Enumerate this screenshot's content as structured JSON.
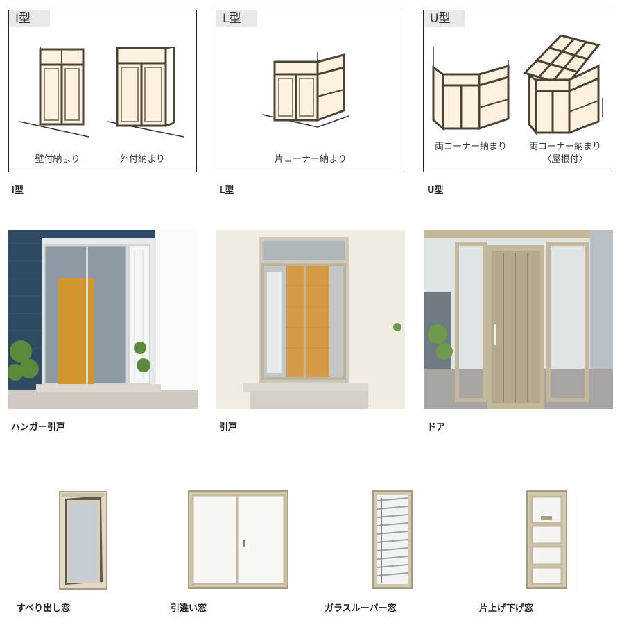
{
  "row1": [
    {
      "tag": "I型",
      "sub1": "壁付納まり",
      "sub2": "外付納まり",
      "caption": "I型"
    },
    {
      "tag": "L型",
      "sub1": "片コーナー納まり",
      "caption": "L型"
    },
    {
      "tag": "U型",
      "sub1": "両コーナー納まり",
      "sub2": "両コーナー納まり",
      "sub2b": "〈屋根付〉",
      "caption": "U型"
    }
  ],
  "row2": [
    {
      "caption": "ハンガー引戸"
    },
    {
      "caption": "引戸"
    },
    {
      "caption": "ドア"
    }
  ],
  "row3": [
    {
      "caption": "すべり出し窓"
    },
    {
      "caption": "引違い窓"
    },
    {
      "caption": "ガラスルーバー窓"
    },
    {
      "caption": "片上げ下げ窓"
    }
  ]
}
